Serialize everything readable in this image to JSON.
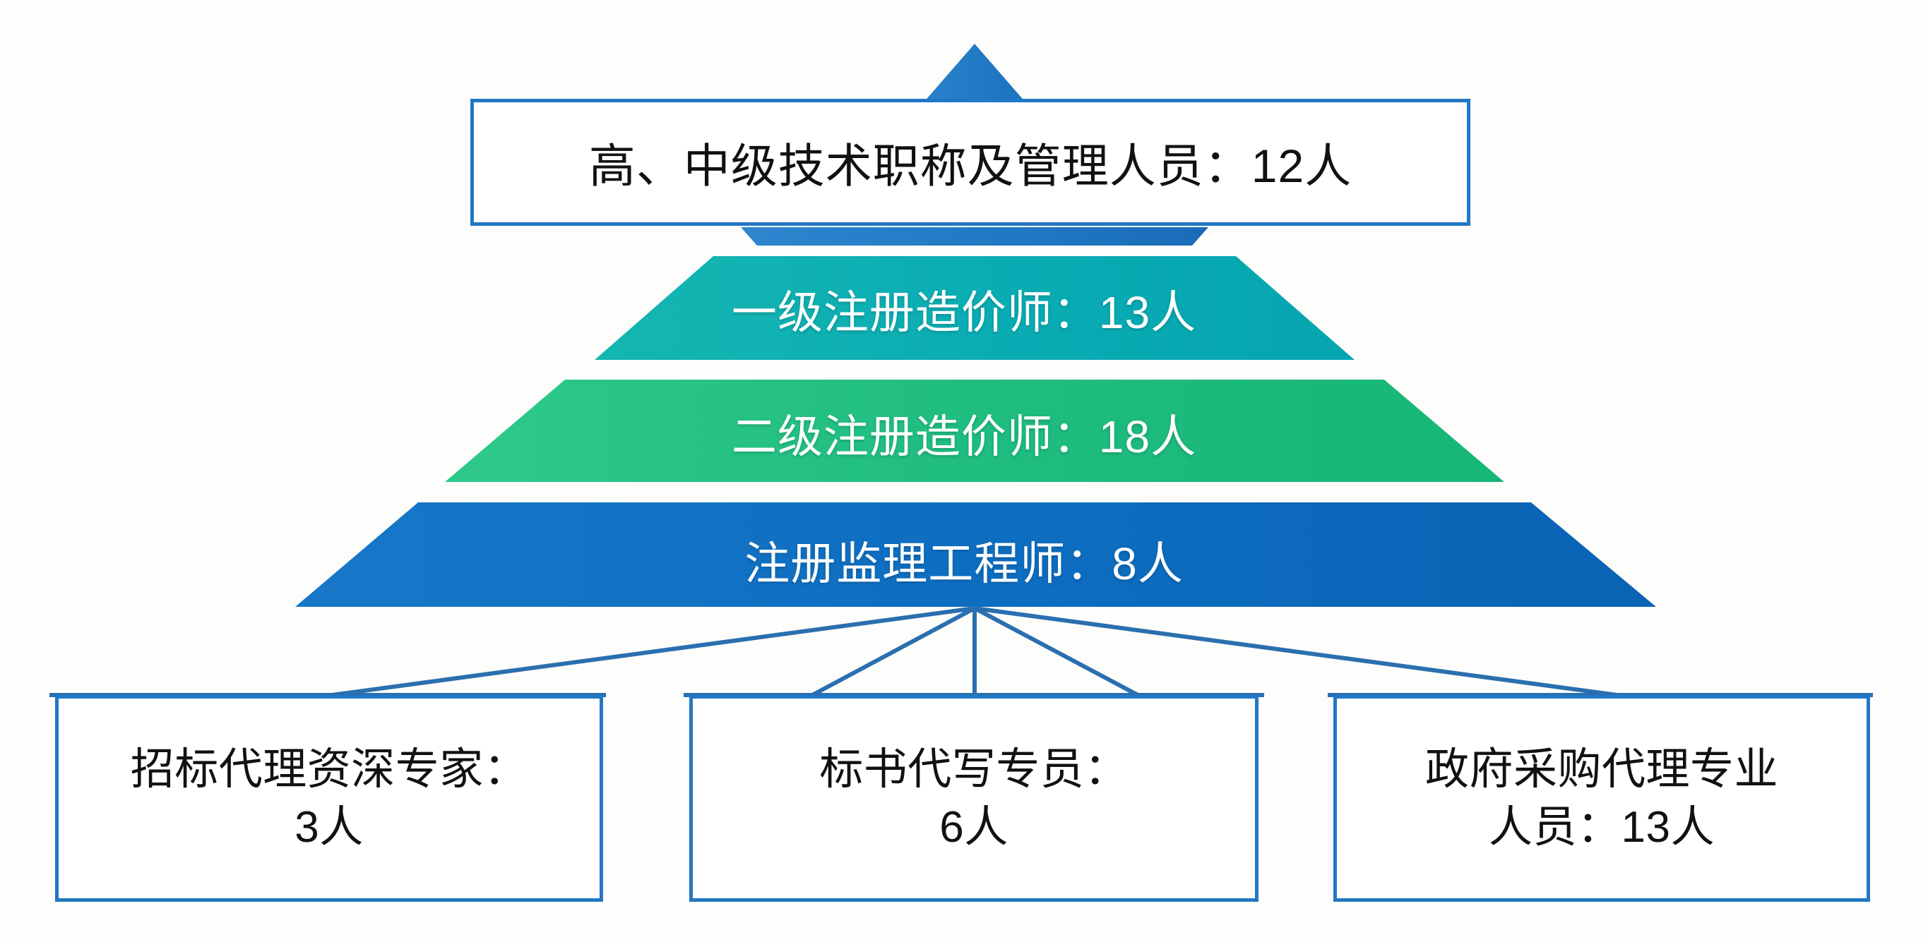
{
  "diagram": {
    "title_box": {
      "label": "高、中级技术职称及管理人员：12人",
      "count": 12
    },
    "tiers": [
      {
        "label": "一级注册造价师：13人",
        "name": "一级注册造价师",
        "count": 13,
        "color": "#0fb2b2"
      },
      {
        "label": "二级注册造价师：18人",
        "name": "二级注册造价师",
        "count": 18,
        "color": "#23bf83"
      },
      {
        "label": "注册监理工程师：8人",
        "name": "注册监理工程师",
        "count": 8,
        "color": "#106fc0"
      }
    ],
    "apex": {
      "color": "#2b7cc4"
    },
    "leaf_boxes": [
      {
        "line1": "招标代理资深专家：",
        "line2": "3人",
        "name": "招标代理资深专家",
        "count": 3
      },
      {
        "line1": "标书代写专员：",
        "line2": "6人",
        "name": "标书代写专员",
        "count": 6
      },
      {
        "line1": "政府采购代理专业",
        "line2": "人员：13人",
        "name": "政府采购代理专业人员",
        "count": 13
      }
    ],
    "colors": {
      "box_border": "#2178c4",
      "connector": "#2a6fb0",
      "background": "#fdfdfb",
      "text_dark": "#111111",
      "text_light": "#ffffff"
    }
  }
}
